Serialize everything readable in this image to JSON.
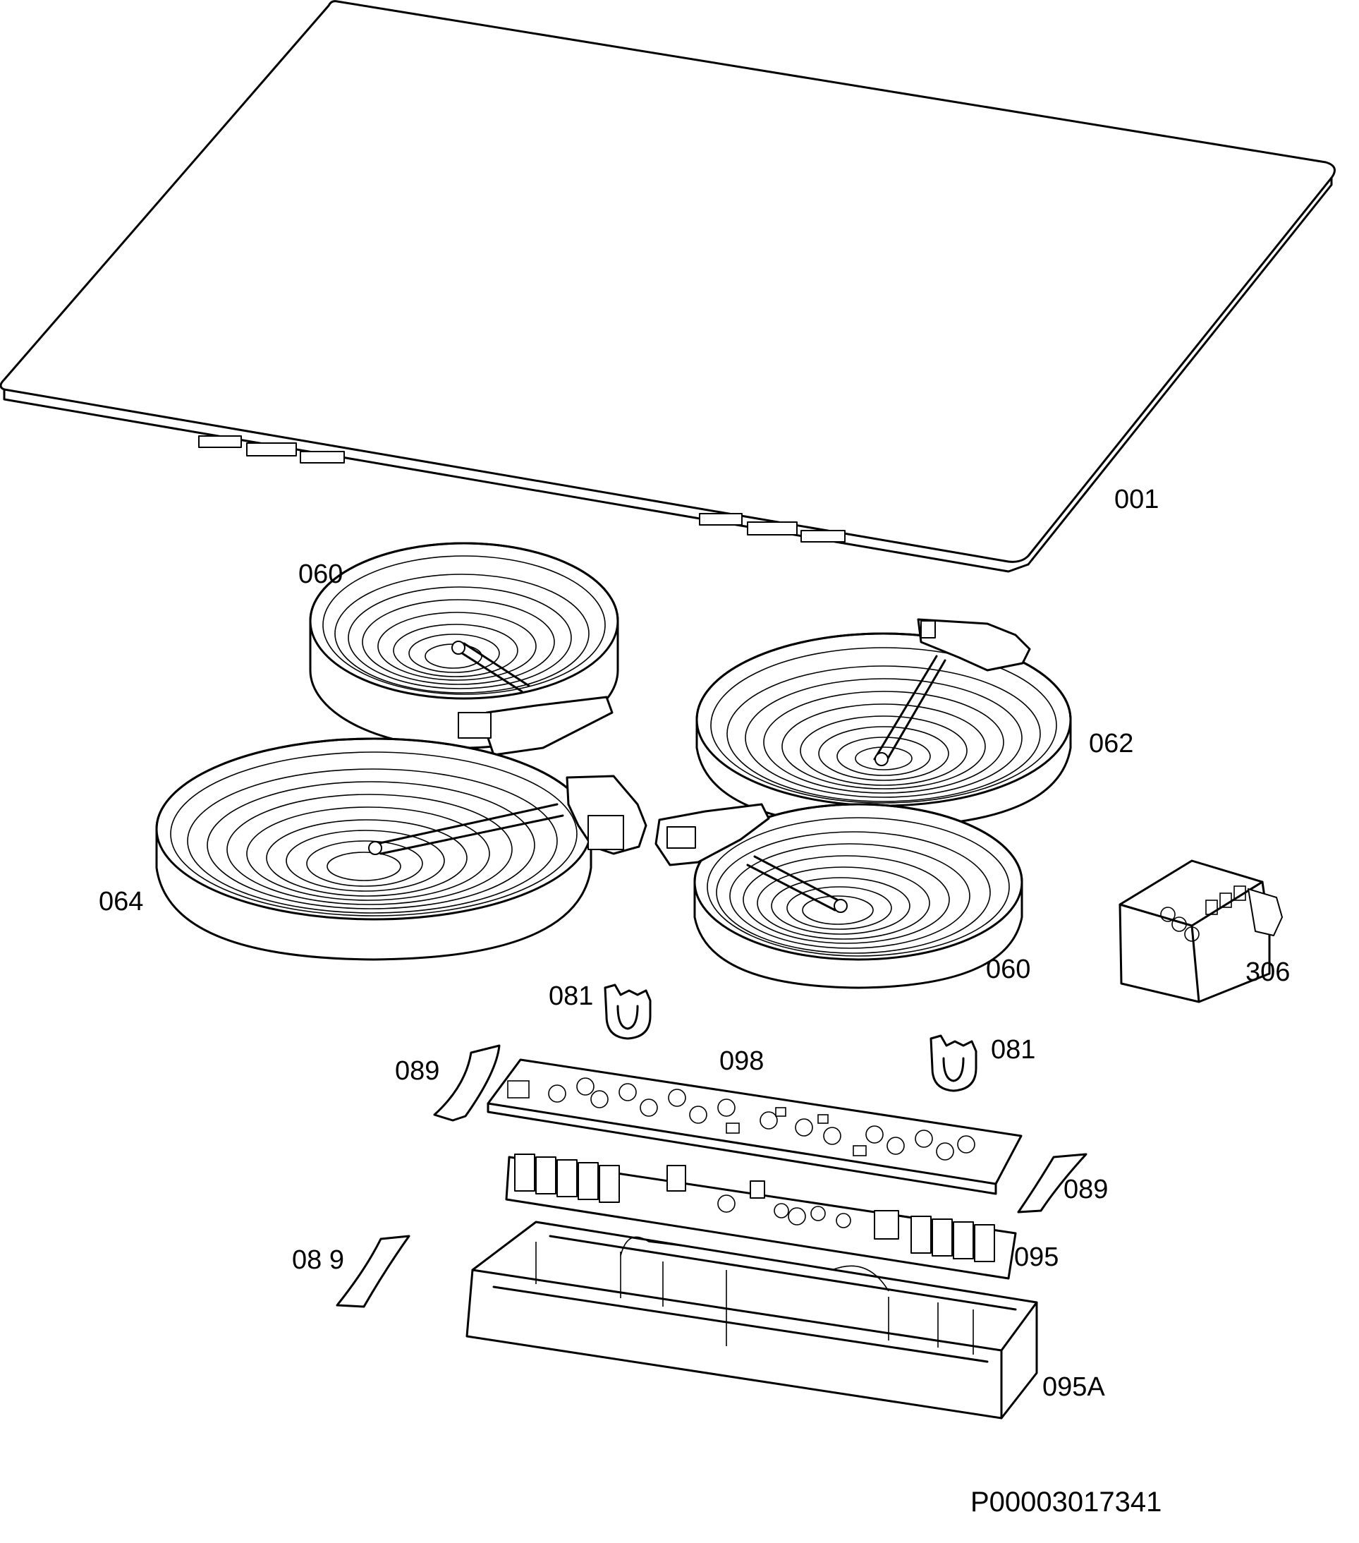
{
  "labels": {
    "glass_top": "001",
    "hob_rear_left": "060",
    "hob_rear_right": "062",
    "hob_front_left": "064",
    "hob_front_right": "060",
    "terminal_block": "306",
    "clip_left": "081",
    "clip_right": "081",
    "touch_board": "098",
    "cable_left_top": "089",
    "cable_right": "089",
    "cable_left_bottom": "08 9",
    "power_board": "095",
    "housing": "095A"
  },
  "document_id": "P00003017341"
}
